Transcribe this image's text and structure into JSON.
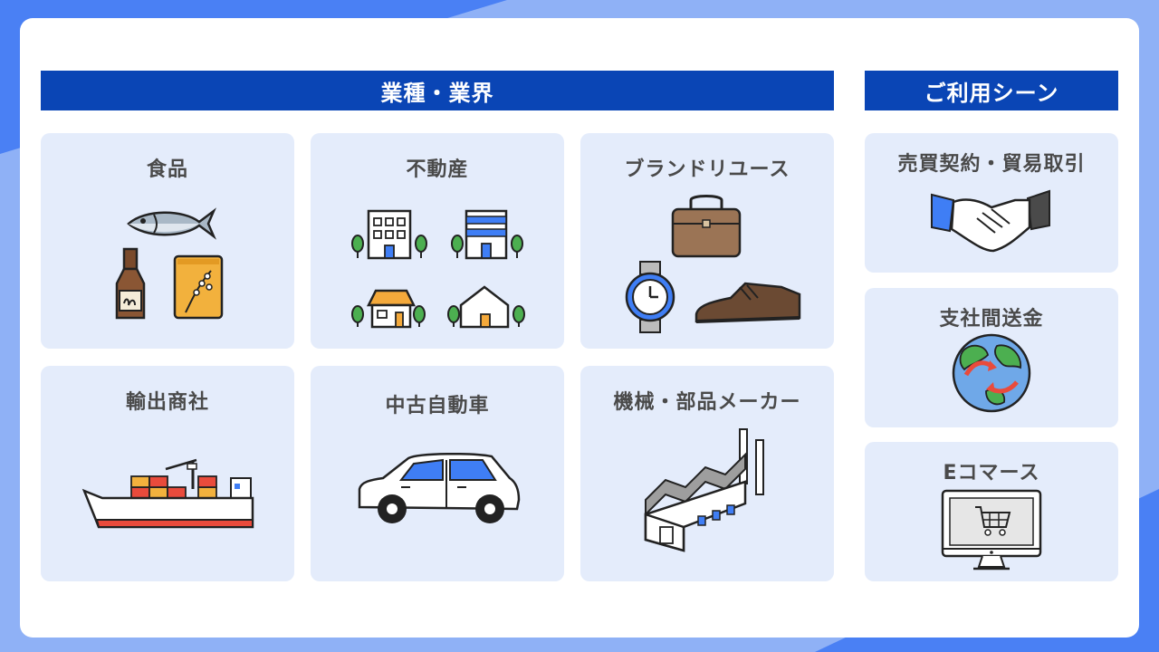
{
  "headers": {
    "industries": "業種・業界",
    "use_cases": "ご利用シーン"
  },
  "industries": [
    {
      "label": "食品",
      "icon": "food-icon"
    },
    {
      "label": "不動産",
      "icon": "real-estate-icon"
    },
    {
      "label": "ブランドリユース",
      "icon": "brand-reuse-icon"
    },
    {
      "label": "輸出商社",
      "icon": "cargo-ship-icon"
    },
    {
      "label": "中古自動車",
      "icon": "car-icon"
    },
    {
      "label": "機械・部品メーカー",
      "icon": "factory-icon"
    }
  ],
  "use_cases": [
    {
      "label": "売買契約・貿易取引",
      "icon": "handshake-icon"
    },
    {
      "label": "支社間送金",
      "icon": "globe-icon"
    },
    {
      "label": "Eコマース",
      "icon": "shopping-cart-monitor-icon"
    }
  ],
  "colors": {
    "header": "#0a45b5",
    "tile": "#e4ecfb",
    "background": "#8fb1f6",
    "accent": "#3f7ef5"
  }
}
